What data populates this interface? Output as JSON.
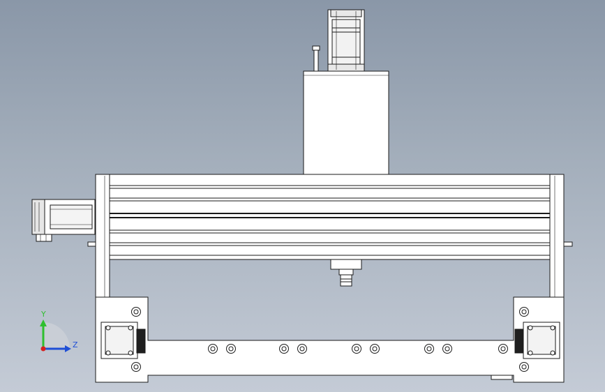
{
  "view": {
    "background_top": "#8a97a8",
    "background_bottom": "#c4cbd6",
    "part_fill": "#ffffff",
    "edge_color": "#1a1a1a"
  },
  "triad": {
    "y_label": "Y",
    "z_label": "Z",
    "y_color": "#2fbf2f",
    "z_color": "#1f4fd6",
    "x_color": "#d62020"
  },
  "parts": {
    "spindle_motor": "stepper-motor",
    "spindle_housing": "spindle-housing",
    "gantry_beam": "aluminum-profile-beam",
    "side_motor": "stepper-motor",
    "base_frame": "base-frame",
    "left_motor": "stepper-motor",
    "right_motor": "stepper-motor"
  }
}
